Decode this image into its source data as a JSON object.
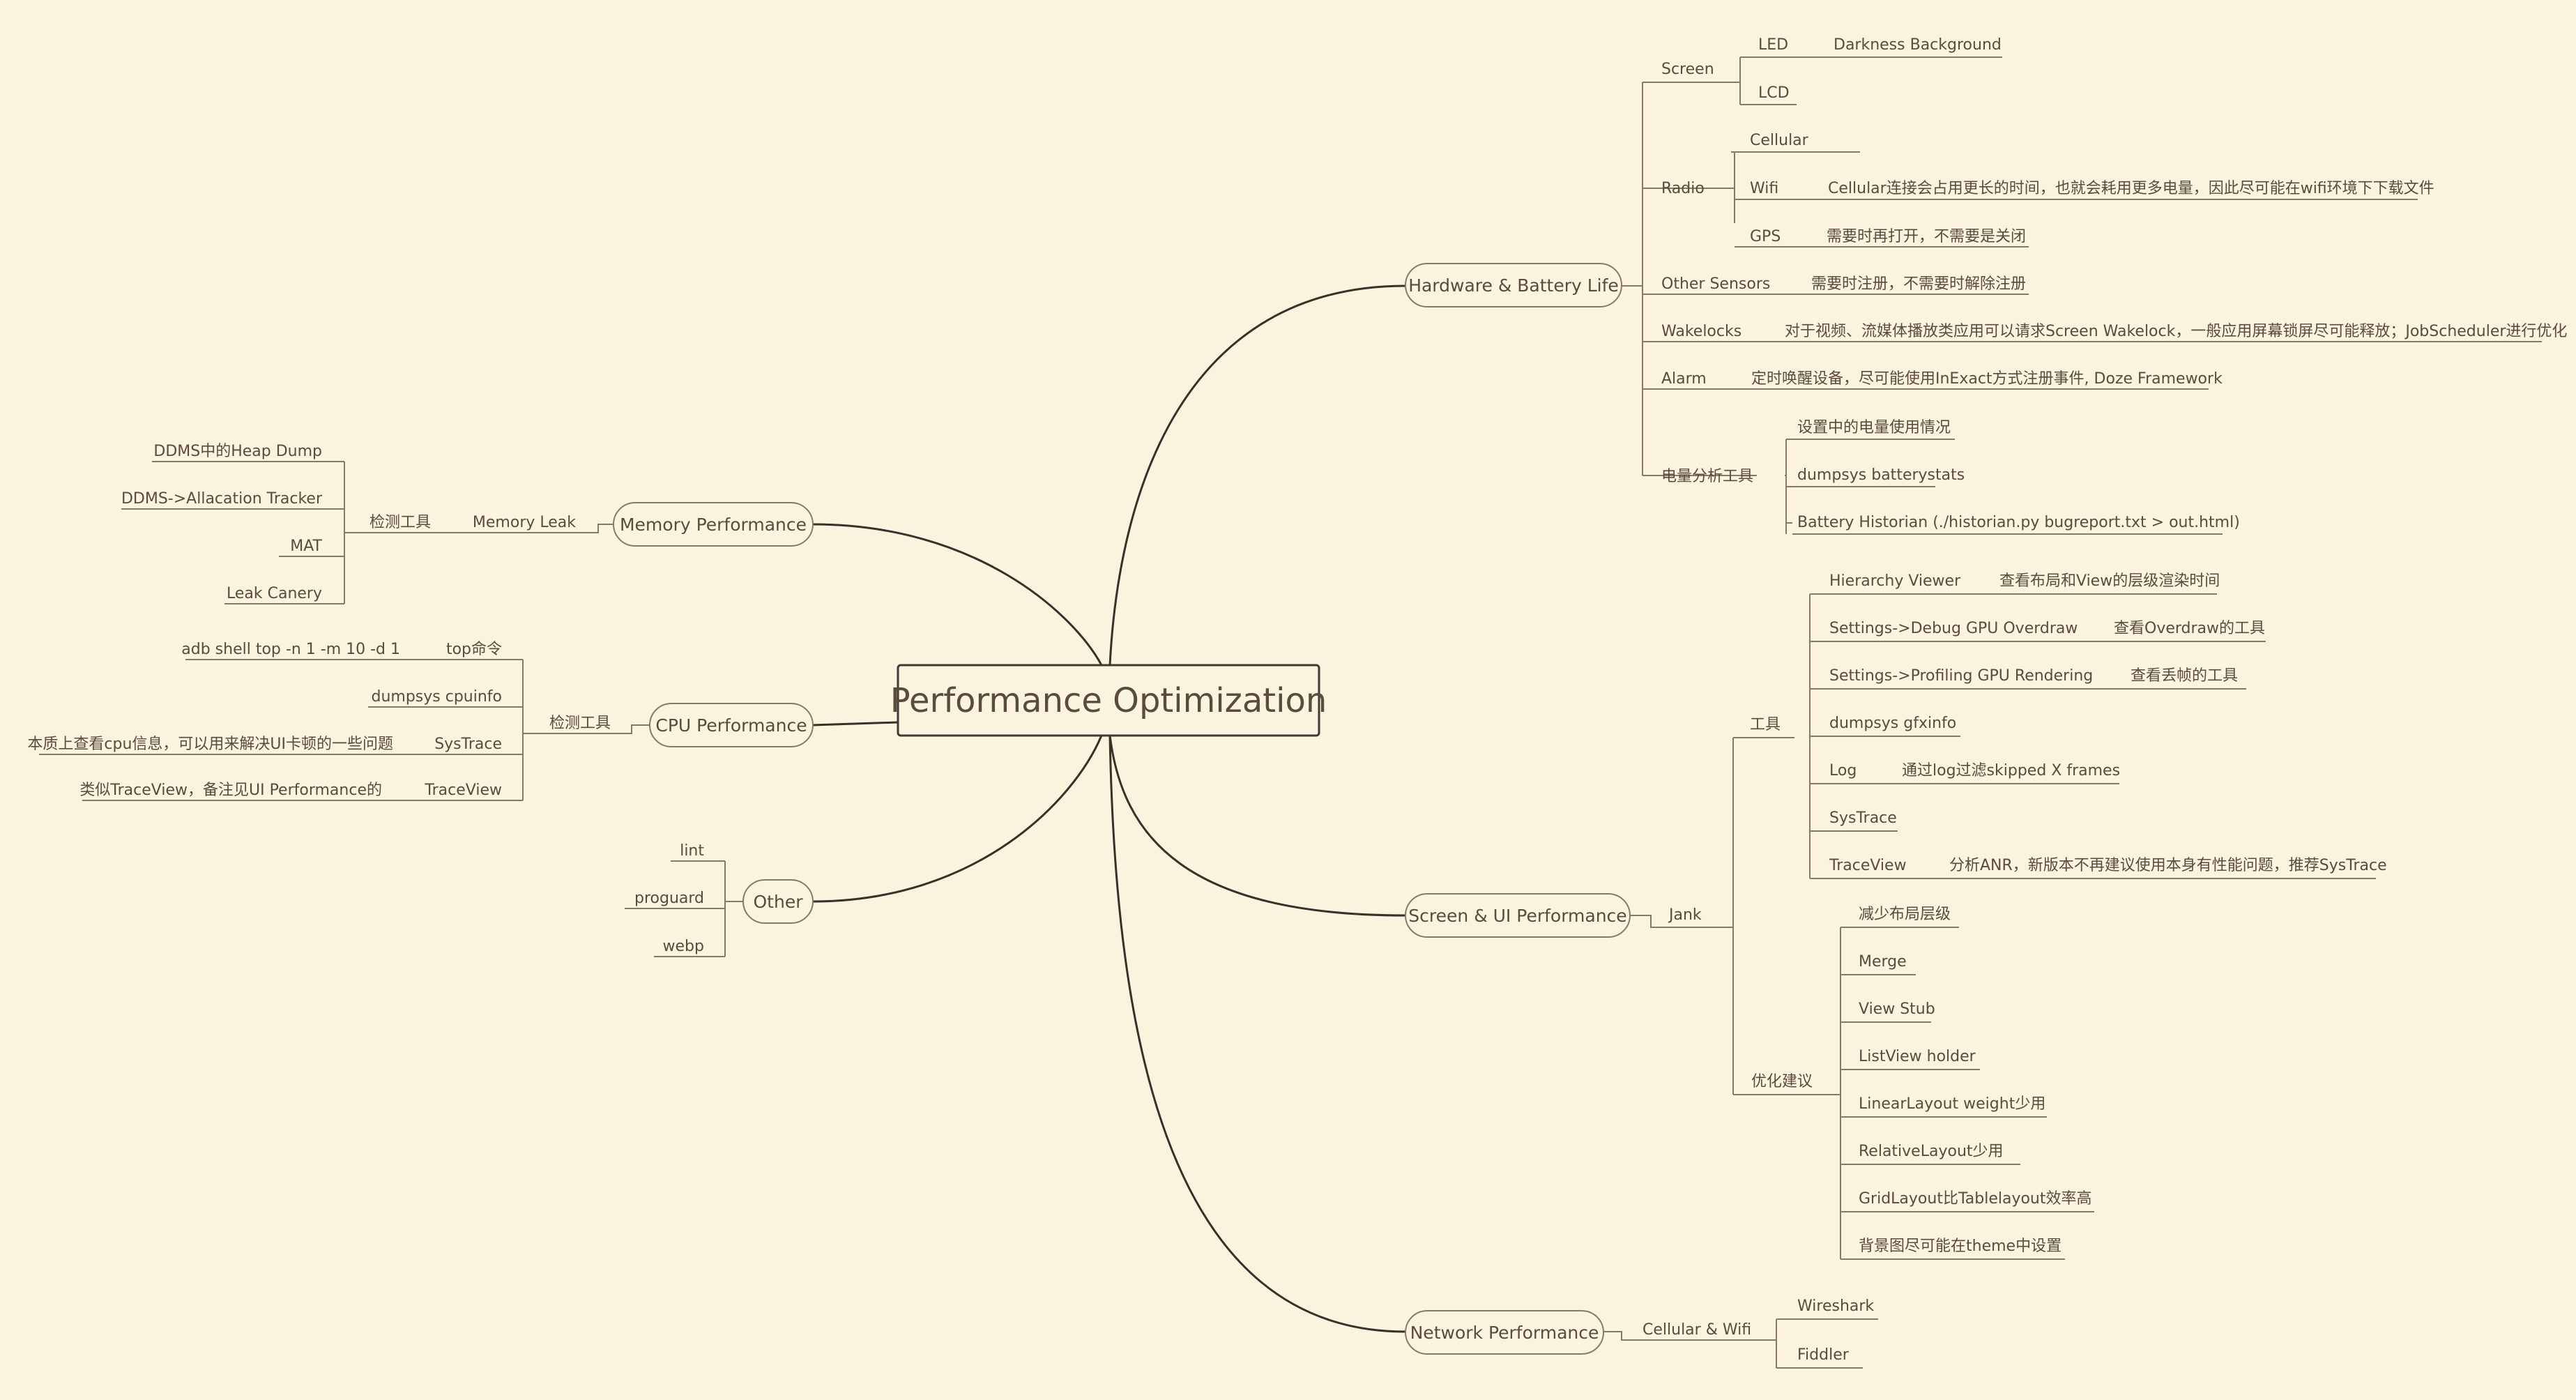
{
  "root": "Performance Optimization",
  "branches": {
    "hardware": {
      "label": "Hardware & Battery Life",
      "screen": {
        "label": "Screen",
        "led": "LED",
        "led_note": "Darkness Background",
        "lcd": "LCD"
      },
      "radio": {
        "label": "Radio",
        "cellular": "Cellular",
        "wifi": "Wifi",
        "wifi_note": "Cellular连接会占用更长的时间，也就会耗用更多电量，因此尽可能在wifi环境下下载文件",
        "gps": "GPS",
        "gps_note": "需要时再打开，不需要是关闭"
      },
      "sensors": {
        "label": "Other Sensors",
        "note": "需要时注册，不需要时解除注册"
      },
      "wakelocks": {
        "label": "Wakelocks",
        "note": "对于视频、流媒体播放类应用可以请求Screen Wakelock，一般应用屏幕锁屏尽可能释放；JobScheduler进行优化"
      },
      "alarm": {
        "label": "Alarm",
        "note": "定时唤醒设备，尽可能使用InExact方式注册事件, Doze Framework"
      },
      "tools": {
        "label": "电量分析工具",
        "items": [
          "设置中的电量使用情况",
          "dumpsys batterystats",
          "Battery Historian (./historian.py bugreport.txt > out.html)"
        ]
      }
    },
    "screen": {
      "label": "Screen & UI Performance",
      "jank": "Jank",
      "tools": {
        "label": "工具",
        "hierarchy": "Hierarchy Viewer",
        "hierarchy_note": "查看布局和View的层级渲染时间",
        "overdraw": "Settings->Debug GPU Overdraw",
        "overdraw_note": "查看Overdraw的工具",
        "profiling": "Settings->Profiling GPU Rendering",
        "profiling_note": "查看丢帧的工具",
        "gfxinfo": "dumpsys gfxinfo",
        "log": "Log",
        "log_note": "通过log过滤skipped X frames",
        "systrace": "SysTrace",
        "traceview": "TraceView",
        "traceview_note": "分析ANR，新版本不再建议使用本身有性能问题，推荐SysTrace"
      },
      "advice": {
        "label": "优化建议",
        "items": [
          "减少布局层级",
          "Merge",
          "View Stub",
          "ListView holder",
          "LinearLayout weight少用",
          "RelativeLayout少用",
          "GridLayout比Tablelayout效率高",
          "背景图尽可能在theme中设置"
        ]
      }
    },
    "network": {
      "label": "Network Performance",
      "cw": "Cellular & Wifi",
      "items": [
        "Wireshark",
        "Fiddler"
      ]
    },
    "memory": {
      "label": "Memory Performance",
      "leak": "Memory Leak",
      "tools": "检测工具",
      "items": [
        "DDMS中的Heap Dump",
        "DDMS->Allacation Tracker",
        "MAT",
        "Leak Canery"
      ]
    },
    "cpu": {
      "label": "CPU Performance",
      "tools": "检测工具",
      "top": "top命令",
      "top_note": "adb shell top -n 1 -m 10 -d 1",
      "cpuinfo": "dumpsys cpuinfo",
      "systrace": "SysTrace",
      "systrace_note": "本质上查看cpu信息，可以用来解决UI卡顿的一些问题",
      "traceview": "TraceView",
      "traceview_note": "类似TraceView，备注见UI Performance的"
    },
    "other": {
      "label": "Other",
      "items": [
        "lint",
        "proguard",
        "webp"
      ]
    }
  }
}
